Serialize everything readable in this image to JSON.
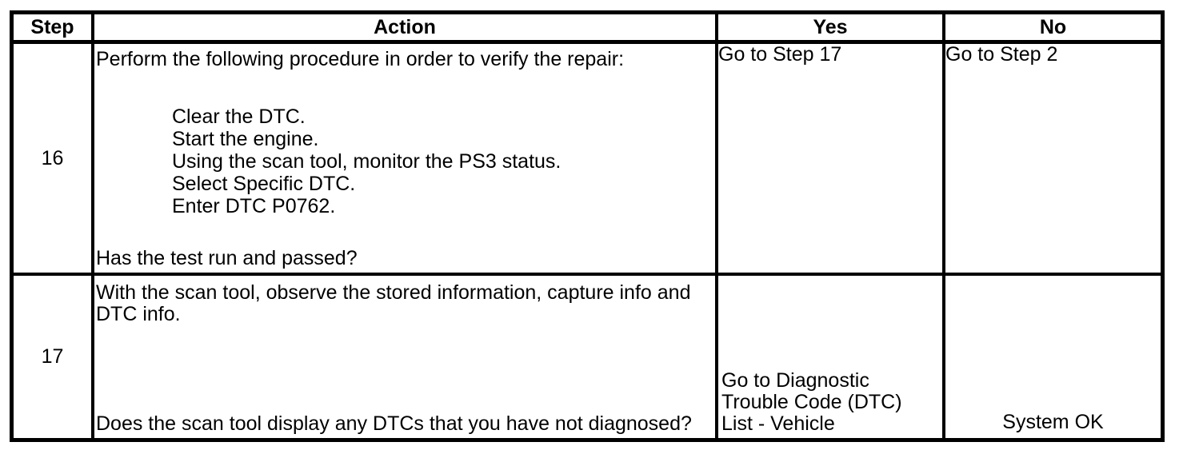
{
  "page": {
    "background_color": "#ffffff",
    "text_color": "#000000",
    "border_color": "#000000"
  },
  "table": {
    "headers": [
      "Step",
      "Action",
      "Yes",
      "No"
    ],
    "rows": [
      {
        "step": "16",
        "action_intro": "Perform the following procedure in order to verify the repair:",
        "action_list": [
          "Clear the DTC.",
          "Start the engine.",
          "Using the scan tool, monitor the PS3 status.",
          "Select Specific DTC.",
          "Enter DTC P0762."
        ],
        "action_question": "Has the test run and passed?",
        "yes": "Go to Step 17",
        "no": "Go to Step 2"
      },
      {
        "step": "17",
        "action_intro": "With the scan tool, observe the stored information, capture info and DTC info.",
        "action_question": "Does the scan tool display any DTCs that you have not diagnosed?",
        "yes": "Go to Diagnostic Trouble Code (DTC) List - Vehicle",
        "no": "System OK"
      }
    ]
  }
}
